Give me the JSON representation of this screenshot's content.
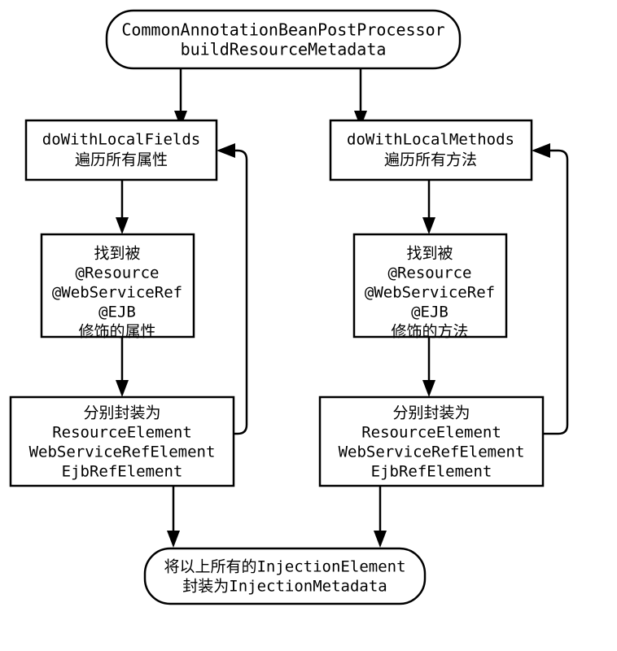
{
  "diagram": {
    "title_node": {
      "id": "build-resource-metadata",
      "shape": "rounded-rectangle",
      "line1": "CommonAnnotationBeanPostProcessor",
      "line2": "buildResourceMetadata"
    },
    "fields_branch": {
      "traverse": {
        "id": "do-with-local-fields",
        "shape": "rectangle",
        "line1": "doWithLocalFields",
        "line2": "遍历所有属性"
      },
      "find": {
        "id": "find-annotated-fields",
        "shape": "rectangle",
        "line1": "找到被",
        "line2": "@Resource",
        "line3": "@WebServiceRef",
        "line4": "@EJB",
        "line5": "修饰的属性"
      },
      "wrap": {
        "id": "wrap-fields-elements",
        "shape": "rectangle",
        "line1": "分别封装为",
        "line2": "ResourceElement",
        "line3": "WebServiceRefElement",
        "line4": "EjbRefElement"
      }
    },
    "methods_branch": {
      "traverse": {
        "id": "do-with-local-methods",
        "shape": "rectangle",
        "line1": "doWithLocalMethods",
        "line2": "遍历所有方法"
      },
      "find": {
        "id": "find-annotated-methods",
        "shape": "rectangle",
        "line1": "找到被",
        "line2": "@Resource",
        "line3": "@WebServiceRef",
        "line4": "@EJB",
        "line5": "修饰的方法"
      },
      "wrap": {
        "id": "wrap-methods-elements",
        "shape": "rectangle",
        "line1": "分别封装为",
        "line2": "ResourceElement",
        "line3": "WebServiceRefElement",
        "line4": "EjbRefElement"
      }
    },
    "result_node": {
      "id": "injection-metadata",
      "shape": "rounded-rectangle",
      "line1": "将以上所有的InjectionElement",
      "line2": "封装为InjectionMetadata"
    },
    "colors": {
      "stroke": "#000000",
      "fill": "#ffffff",
      "text": "#000000",
      "background": "#ffffff"
    }
  }
}
